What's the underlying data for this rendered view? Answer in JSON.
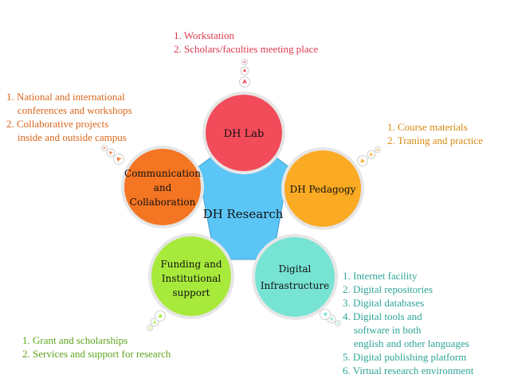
{
  "center": {
    "label": "DH Research",
    "color": "#5bc5f5"
  },
  "nodes": {
    "lab": {
      "label": [
        "DH Lab"
      ],
      "fill": "#f24b5a",
      "text": "#d93a4e",
      "items": [
        "1. Workstation",
        "2. Scholars/faculties meeting place"
      ]
    },
    "pedagogy": {
      "label": [
        "DH Pedagogy"
      ],
      "fill": "#fbaa23",
      "text": "#d98a10",
      "items": [
        "1. Course materials",
        "2. Traning and practice"
      ]
    },
    "infra": {
      "label": [
        "Digital",
        "Infrastructure"
      ],
      "fill": "#77e3d3",
      "text": "#2ea596",
      "items": [
        "1. Internet facility",
        "2. Digital repositories",
        "3. Digital databases",
        "4. Digital tools and",
        "software in both",
        "english and other languages",
        "5. Digital publishing platform",
        "6. Virtual research environment"
      ]
    },
    "funding": {
      "label": [
        "Funding and",
        "Institutional",
        "support"
      ],
      "fill": "#a8ea3c",
      "text": "#5fa41f",
      "items": [
        "1. Grant and scholarships",
        "2. Services and support for research"
      ]
    },
    "comm": {
      "label": [
        "Communication",
        "and",
        "Collaboration"
      ],
      "fill": "#f47522",
      "text": "#d9661a",
      "items": [
        "1. National and international",
        "conferences and workshops",
        "2. Collaborative projects",
        "inside and outside campus"
      ]
    }
  }
}
